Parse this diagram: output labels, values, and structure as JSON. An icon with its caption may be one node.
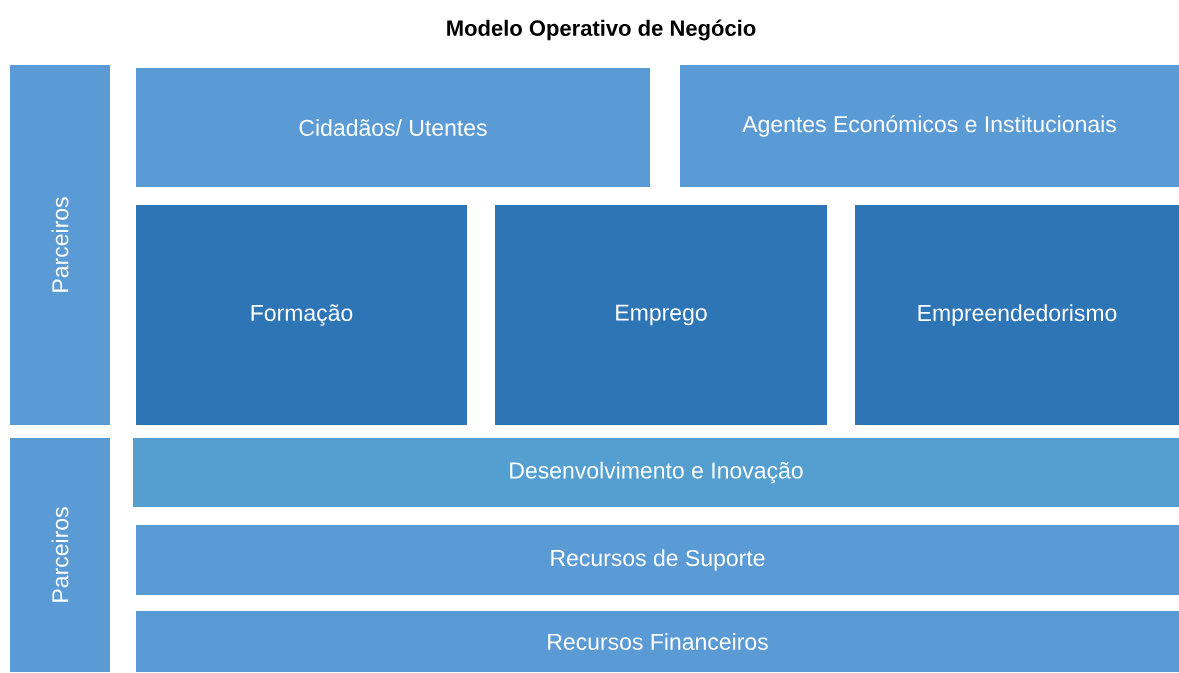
{
  "diagram": {
    "title": "Modelo Operativo de Negócio",
    "nodes": [
      {
        "text": [
          "Parceiros"
        ]
      },
      {
        "text": [
          "Cidadãos/ Utentes"
        ]
      },
      {
        "text": [
          "Agentes  Económicos  e Institucionais"
        ]
      },
      {
        "text": [
          "Formação"
        ]
      },
      {
        "text": [
          "Emprego"
        ]
      },
      {
        "text": [
          "Empreendedorismo"
        ]
      },
      {
        "text": [
          "Parceiros"
        ]
      },
      {
        "text": [
          "Desenvolvimento e Inovação"
        ]
      },
      {
        "text": [
          "Recursos de Suporte"
        ]
      },
      {
        "text": [
          "Recursos Financeiros"
        ]
      }
    ]
  }
}
